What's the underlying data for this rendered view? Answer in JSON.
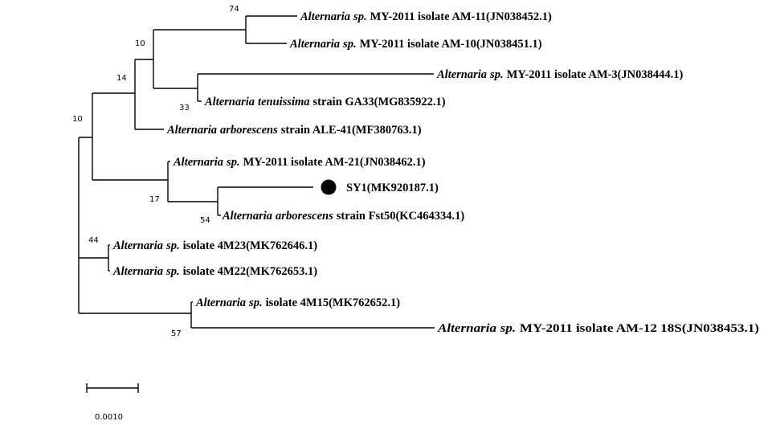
{
  "tree": {
    "taxa": [
      {
        "genus": "Alternaria",
        "epithet": "sp.",
        "rest": "MY-2011 isolate AM-11(JN038452.1)"
      },
      {
        "genus": "Alternaria",
        "epithet": "sp.",
        "rest": "MY-2011 isolate AM-10(JN038451.1)"
      },
      {
        "genus": "Alternaria",
        "epithet": "sp.",
        "rest": "MY-2011 isolate AM-3(JN038444.1)"
      },
      {
        "genus": "Alternaria",
        "epithet": "tenuissima",
        "rest": "strain GA33(MG835922.1)"
      },
      {
        "genus": "Alternaria",
        "epithet": "arborescens",
        "rest": "strain ALE-41(MF380763.1)"
      },
      {
        "genus": "Alternaria",
        "epithet": "sp.",
        "rest": "MY-2011 isolate AM-21(JN038462.1)"
      },
      {
        "genus": "",
        "epithet": "",
        "rest": "SY1(MK920187.1)"
      },
      {
        "genus": "Alternaria",
        "epithet": "arborescens",
        "rest": "strain Fst50(KC464334.1)"
      },
      {
        "genus": "Alternaria",
        "epithet": "sp.",
        "rest": "isolate 4M23(MK762646.1)"
      },
      {
        "genus": "Alternaria",
        "epithet": "sp.",
        "rest": "isolate 4M22(MK762653.1)"
      },
      {
        "genus": "Alternaria",
        "epithet": "sp.",
        "rest": "isolate 4M15(MK762652.1)"
      },
      {
        "genus": "Alternaria",
        "epithet": "sp.",
        "rest": "MY-2011 isolate AM-12 18S(JN038453.1)"
      }
    ],
    "bootstrap": [
      "74",
      "10",
      "14",
      "33",
      "10",
      "17",
      "54",
      "44",
      "57"
    ],
    "scale_label": "0.0010",
    "query_marker": "filled-circle"
  }
}
